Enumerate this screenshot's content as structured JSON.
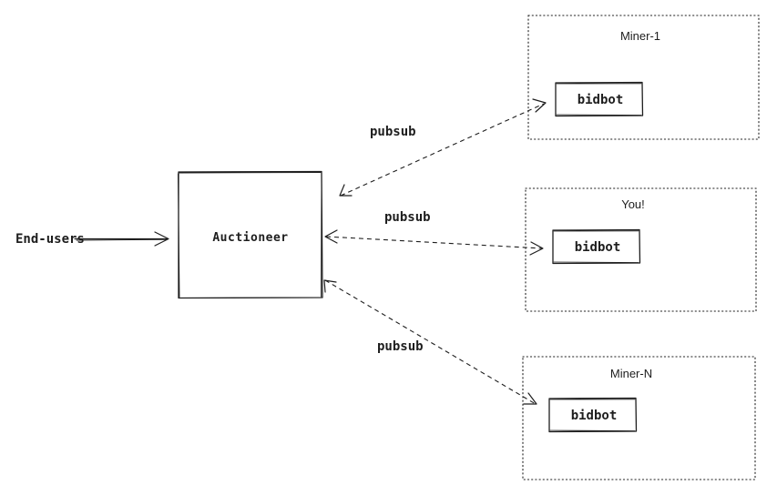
{
  "nodes": {
    "end_users": "End-users",
    "auctioneer": "Auctioneer"
  },
  "miners": [
    {
      "title": "Miner-1",
      "bot": "bidbot"
    },
    {
      "title": "You!",
      "bot": "bidbot"
    },
    {
      "title": "Miner-N",
      "bot": "bidbot"
    }
  ],
  "edges": [
    {
      "label": "pubsub"
    },
    {
      "label": "pubsub"
    },
    {
      "label": "pubsub"
    }
  ]
}
